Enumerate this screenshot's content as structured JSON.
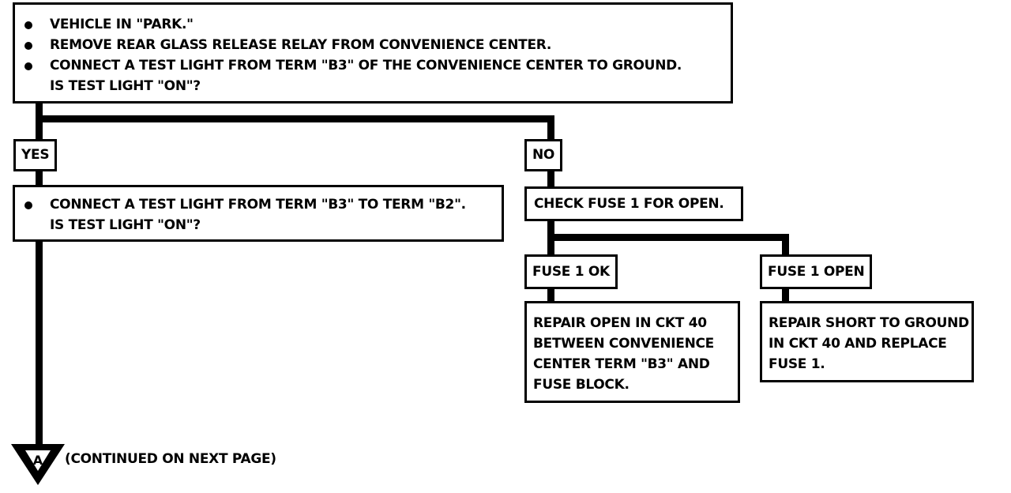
{
  "top_box": {
    "lines": [
      "VEHICLE IN \"PARK.\"",
      "REMOVE REAR GLASS RELEASE RELAY FROM CONVENIENCE CENTER.",
      "CONNECT A TEST LIGHT FROM TERM \"B3\" OF THE CONVENIENCE CENTER TO GROUND.",
      "IS TEST LIGHT \"ON\"?"
    ]
  },
  "yes_label": "YES",
  "no_label": "NO",
  "yes_box": {
    "lines": [
      "CONNECT A TEST LIGHT FROM TERM \"B3\" TO TERM \"B2\".",
      "IS TEST LIGHT \"ON\"?"
    ]
  },
  "no_box": {
    "text": "CHECK FUSE 1 FOR OPEN."
  },
  "fuse_ok_label": "FUSE 1 OK",
  "fuse_open_label": "FUSE 1 OPEN",
  "fuse_ok_box": {
    "lines": [
      "REPAIR OPEN IN CKT 40",
      "BETWEEN CONVENIENCE",
      "CENTER TERM \"B3\" AND",
      "FUSE BLOCK."
    ]
  },
  "fuse_open_box": {
    "lines": [
      "REPAIR SHORT TO GROUND",
      "IN CKT 40 AND REPLACE",
      "FUSE 1."
    ]
  },
  "continuation": {
    "symbol": "A",
    "text": "(CONTINUED ON NEXT PAGE)"
  }
}
